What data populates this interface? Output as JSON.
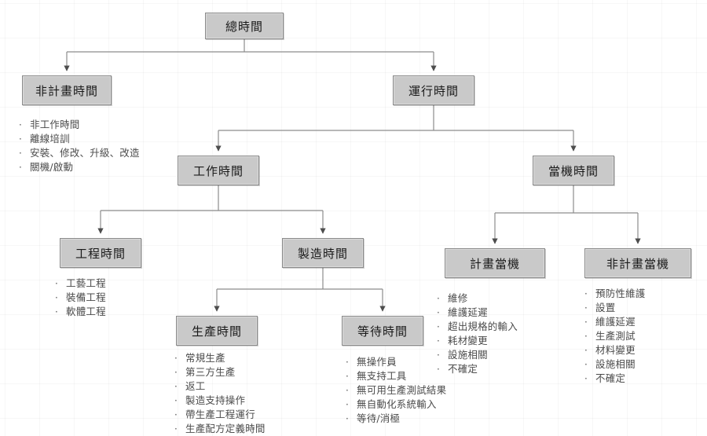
{
  "diagram": {
    "title": "總時間",
    "nodes": {
      "total_time": "總時間",
      "unscheduled_time": "非計畫時間",
      "operation_time": "運行時間",
      "work_time": "工作時間",
      "downtime": "當機時間",
      "engineering_time": "工程時間",
      "manufacturing_time": "製造時間",
      "scheduled_downtime": "計畫當機",
      "unscheduled_downtime": "非計畫當機",
      "production_time": "生產時間",
      "standby_time": "等待時間"
    },
    "bullet_groups": {
      "unscheduled_time": [
        "非工作時間",
        "離線培訓",
        "安裝、修改、升級、改造",
        "關機/啟動"
      ],
      "engineering_time": [
        "工藝工程",
        "裝備工程",
        "軟體工程"
      ],
      "production_time": [
        "常規生產",
        "第三方生產",
        "返工",
        "製造支持操作",
        "帶生產工程運行",
        "生產配方定義時間"
      ],
      "standby_time": [
        "無操作員",
        "無支持工具",
        "無可用生產測試結果",
        "無自動化系統輸入",
        "等待/消極"
      ],
      "scheduled_downtime": [
        "維修",
        "維護延遲",
        "超出規格的輸入",
        "耗材變更",
        "設施相關",
        "不確定"
      ],
      "unscheduled_downtime": [
        "預防性維護",
        "設置",
        "維護延遲",
        "生產測試",
        "材料變更",
        "設施相關",
        "不確定"
      ]
    },
    "bullet_marker": "·",
    "colors": {
      "node_fill": "#c9c9c9",
      "node_border": "#8a8a8a",
      "edge": "#8c8c8c",
      "text": "#1a1a1a",
      "bullet_text": "#4b4b4b",
      "background": "#ffffff"
    }
  }
}
